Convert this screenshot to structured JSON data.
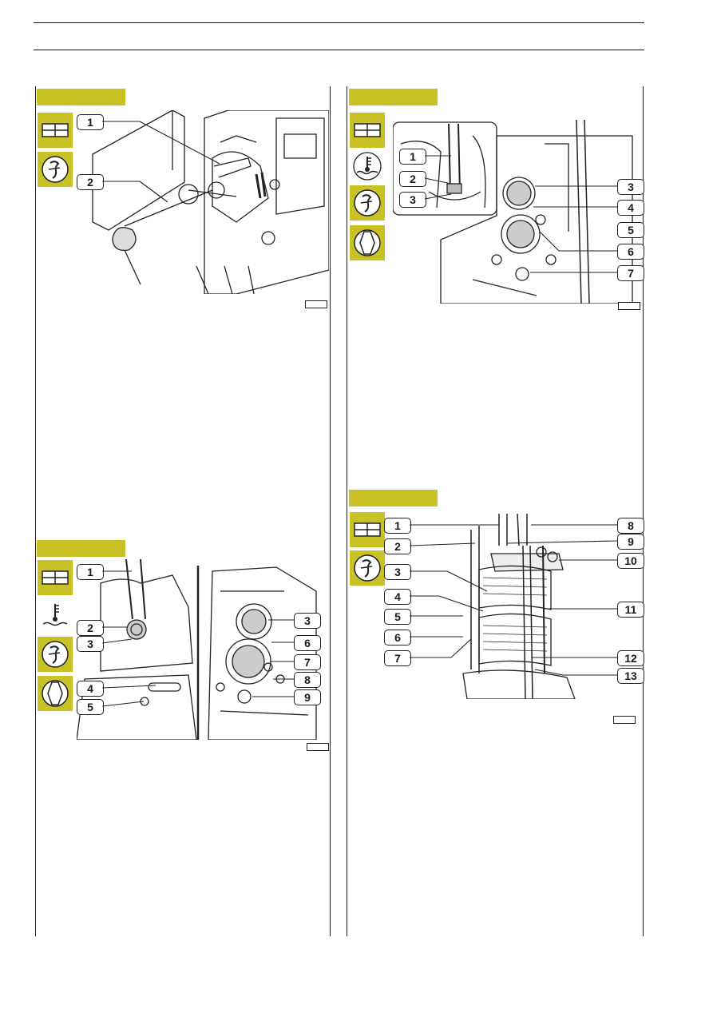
{
  "colors": {
    "section_tab": "#c8c227",
    "icon_box": "#c8c227",
    "line": "#222222"
  },
  "icons": {
    "frame": "workbench-frame-icon",
    "tool": "special-tool-icon",
    "heat": "heat-temperature-icon",
    "part": "component-part-icon"
  },
  "figures": {
    "fig_top_left": {
      "callouts": [
        "1",
        "2"
      ]
    },
    "fig_top_right": {
      "callouts": [
        "1",
        "2",
        "3",
        "3",
        "4",
        "5",
        "6",
        "7"
      ]
    },
    "fig_bottom_left": {
      "callouts": [
        "1",
        "2",
        "3",
        "4",
        "5",
        "3",
        "6",
        "7",
        "8",
        "9"
      ]
    },
    "fig_bottom_right": {
      "callouts": [
        "1",
        "2",
        "3",
        "4",
        "5",
        "6",
        "7",
        "8",
        "9",
        "10",
        "11",
        "12",
        "13"
      ]
    }
  }
}
